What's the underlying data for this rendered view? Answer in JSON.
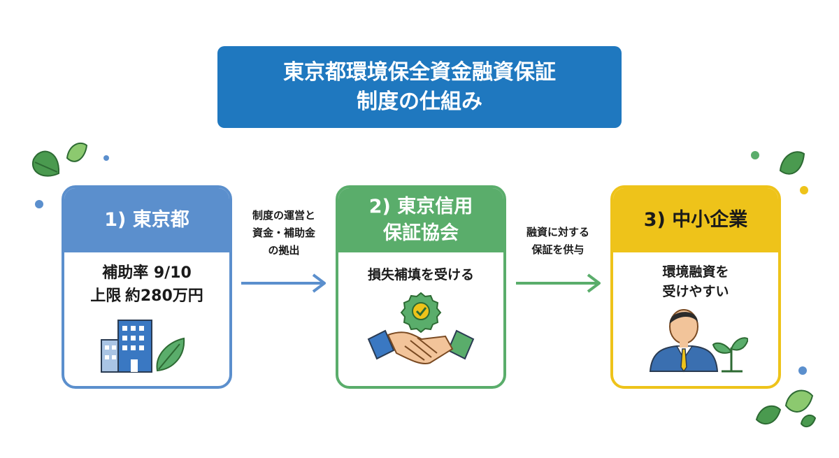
{
  "title": {
    "line1": "東京都環境保全資金融資保証",
    "line2": "制度の仕組み"
  },
  "cards": [
    {
      "heading": "1) 東京都",
      "body_line1": "補助率 9/10",
      "body_line2_a": "上限",
      "body_line2_b": "約280万円",
      "icon": "office-building-with-leaf-icon"
    },
    {
      "heading_line1": "2) 東京信用",
      "heading_line2": "保証協会",
      "body_line1": "損失補填を受ける",
      "icon": "handshake-with-check-badge-icon"
    },
    {
      "heading": "3) 中小企業",
      "body_line1": "環境融資を",
      "body_line2": "受けやすい",
      "icon": "businessperson-with-sprout-icon"
    }
  ],
  "arrows": [
    {
      "lines": [
        "制度の運営と",
        "資金・補助金",
        "の拠出"
      ],
      "color": "#5b8fcd"
    },
    {
      "lines": [
        "融資に対する",
        "保証を供与"
      ],
      "color": "#5aad6b"
    }
  ],
  "colors": {
    "title_bg": "#1f78bf",
    "tokyo": "#5b8fcd",
    "association": "#5aad6b",
    "sme": "#eec31a",
    "leaf": "#4a9a4f"
  }
}
